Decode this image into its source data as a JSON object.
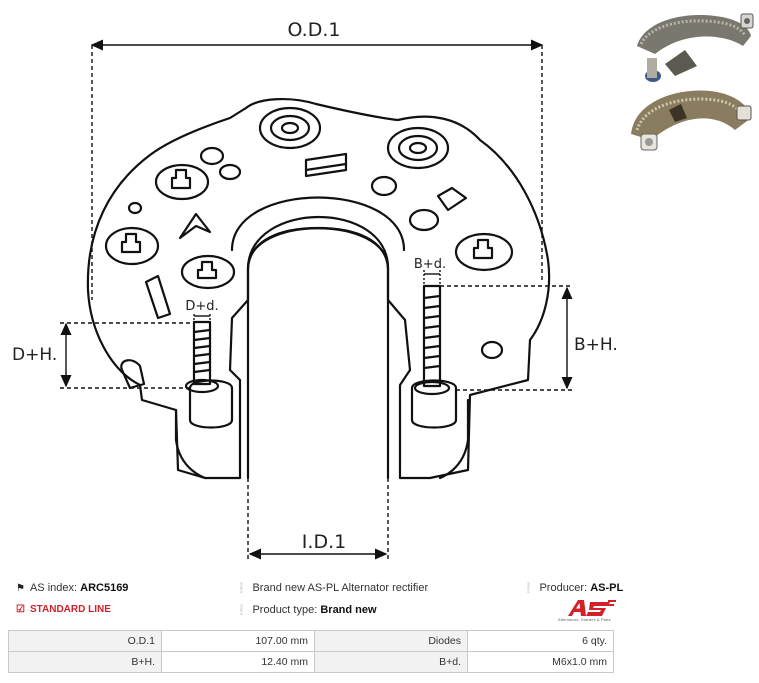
{
  "drawing": {
    "od_label": "O.D.1",
    "id_label": "I.D.1",
    "dh_label": "D+H.",
    "bh_label": "B+H.",
    "dd_label": "D+d.",
    "bd_label": "B+d."
  },
  "photos": {
    "icon": "rectifier-product-photo"
  },
  "info": {
    "as_index_label": "AS index:",
    "as_index_value": "ARC5169",
    "standard_line": "STANDARD LINE",
    "brand_text": "Brand new AS-PL Alternator rectifier",
    "product_type_label": "Product type:",
    "product_type_value": "Brand new",
    "producer_label": "Producer:",
    "producer_value": "AS-PL"
  },
  "logo": {
    "text": "AS",
    "tagline": "Alternators, Starters & Parts",
    "color": "#d1222b"
  },
  "specs": [
    {
      "label1": "O.D.1",
      "value1": "107.00 mm",
      "label2": "Diodes",
      "value2": "6 qty."
    },
    {
      "label1": "B+H.",
      "value1": "12.40 mm",
      "label2": "B+d.",
      "value2": "M6x1.0 mm"
    }
  ]
}
